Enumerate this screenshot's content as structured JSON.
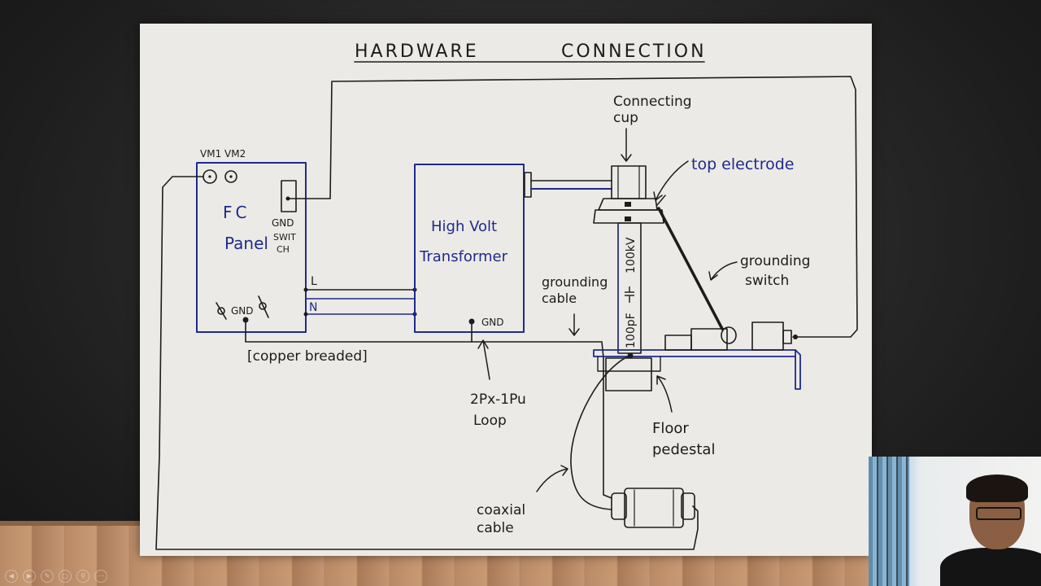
{
  "diagram": {
    "title_left": "HARDWARE",
    "title_right": "CONNECTION",
    "vm_label": "VM1 VM2",
    "fc_label_line1": "FC",
    "fc_label_line2": "Panel",
    "gnd_switch_line1": "GND",
    "gnd_switch_line2": "SWIT",
    "gnd_switch_line3": "CH",
    "fc_gnd": "GND",
    "line_L": "L",
    "line_N": "N",
    "hv_line1": "High Volt",
    "hv_line2": "Transformer",
    "hv_gnd": "GND",
    "connecting_cup_line1": "Connecting",
    "connecting_cup_line2": "cup",
    "top_electrode": "top electrode",
    "grounding_switch_line1": "grounding",
    "grounding_switch_line2": "switch",
    "grounding_cable_line1": "grounding",
    "grounding_cable_line2": "cable",
    "capacitor_label": "100pF",
    "capacitor_voltage": "100kV",
    "copper_label": "[copper breaded]",
    "loop_line1": "2Px-1Pu",
    "loop_line2": "Loop",
    "floor_pedestal_line1": "Floor",
    "floor_pedestal_line2": "pedestal",
    "coaxial_line1": "coaxial",
    "coaxial_line2": "cable"
  },
  "colors": {
    "paper": "#eceae6",
    "ink_black": "#1c1c1c",
    "ink_blue": "#1f2a8c"
  },
  "icons": [
    "prev-slide-icon",
    "next-slide-icon",
    "pen-icon",
    "slides-icon",
    "zoom-icon",
    "more-icon"
  ]
}
